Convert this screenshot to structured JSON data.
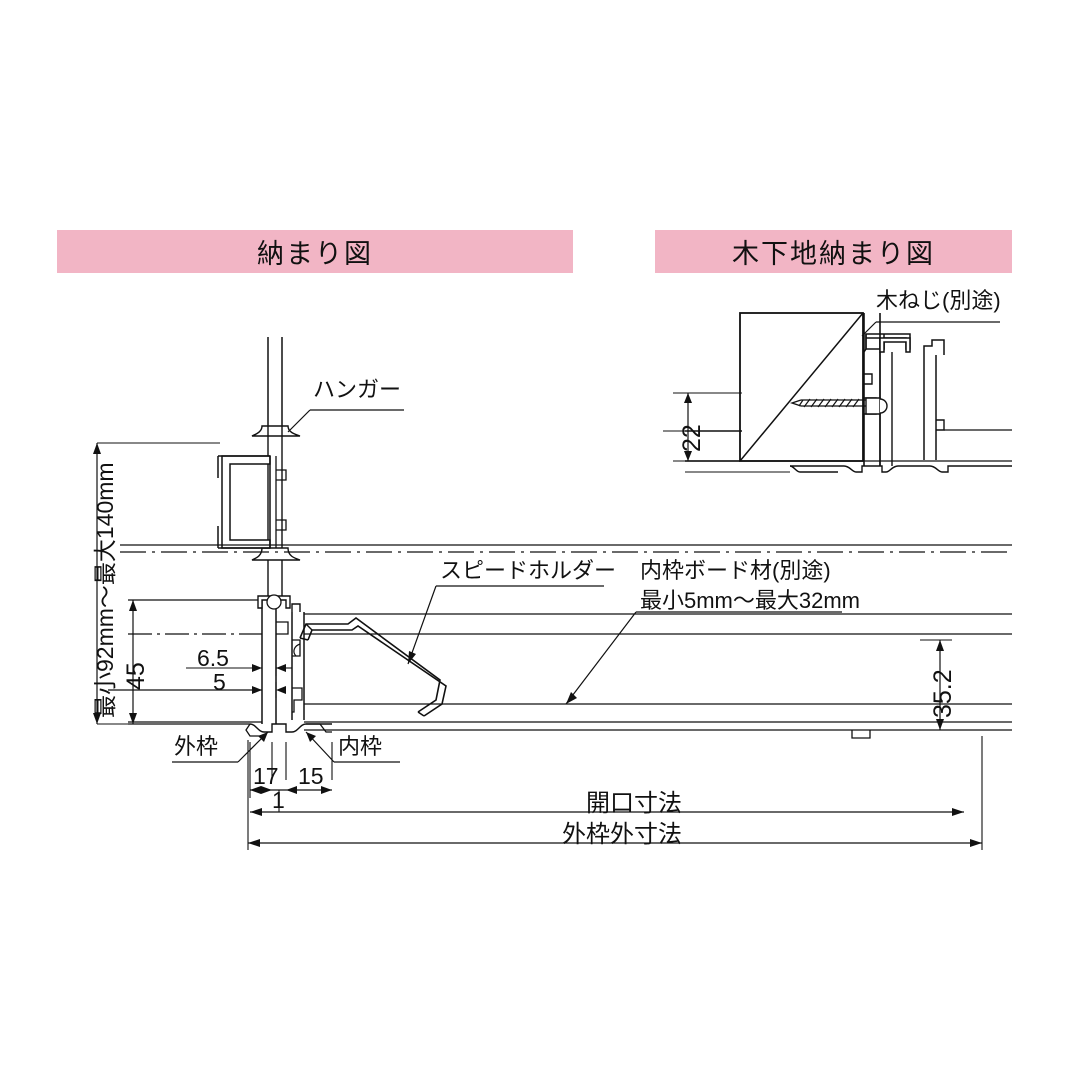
{
  "headers": {
    "left": "納まり図",
    "right": "木下地納まり図",
    "bg_color": "#f2b5c5"
  },
  "left_diagram": {
    "callouts": {
      "hanger": "ハンガー",
      "speed_holder": "スピードホルダー",
      "inner_board": "内枠ボード材(別途)",
      "inner_board_range": "最小5mm〜最大32mm",
      "outer_frame": "外枠",
      "inner_frame": "内枠"
    },
    "dimensions": {
      "vertical_total": "最小92mm〜最大140mm",
      "vertical_45": "45",
      "h_6_5": "6.5",
      "h_5": "5",
      "h_17": "17",
      "h_15": "15",
      "h_1": "1",
      "right_35_2": "35.2",
      "opening": "開口寸法",
      "outer_overall": "外枠外寸法"
    }
  },
  "right_diagram": {
    "callouts": {
      "wood_screw": "木ねじ(別途)"
    },
    "dimensions": {
      "v_22": "22"
    }
  },
  "style": {
    "line_color": "#111111",
    "thin_line_color": "#444444",
    "background": "#ffffff"
  }
}
